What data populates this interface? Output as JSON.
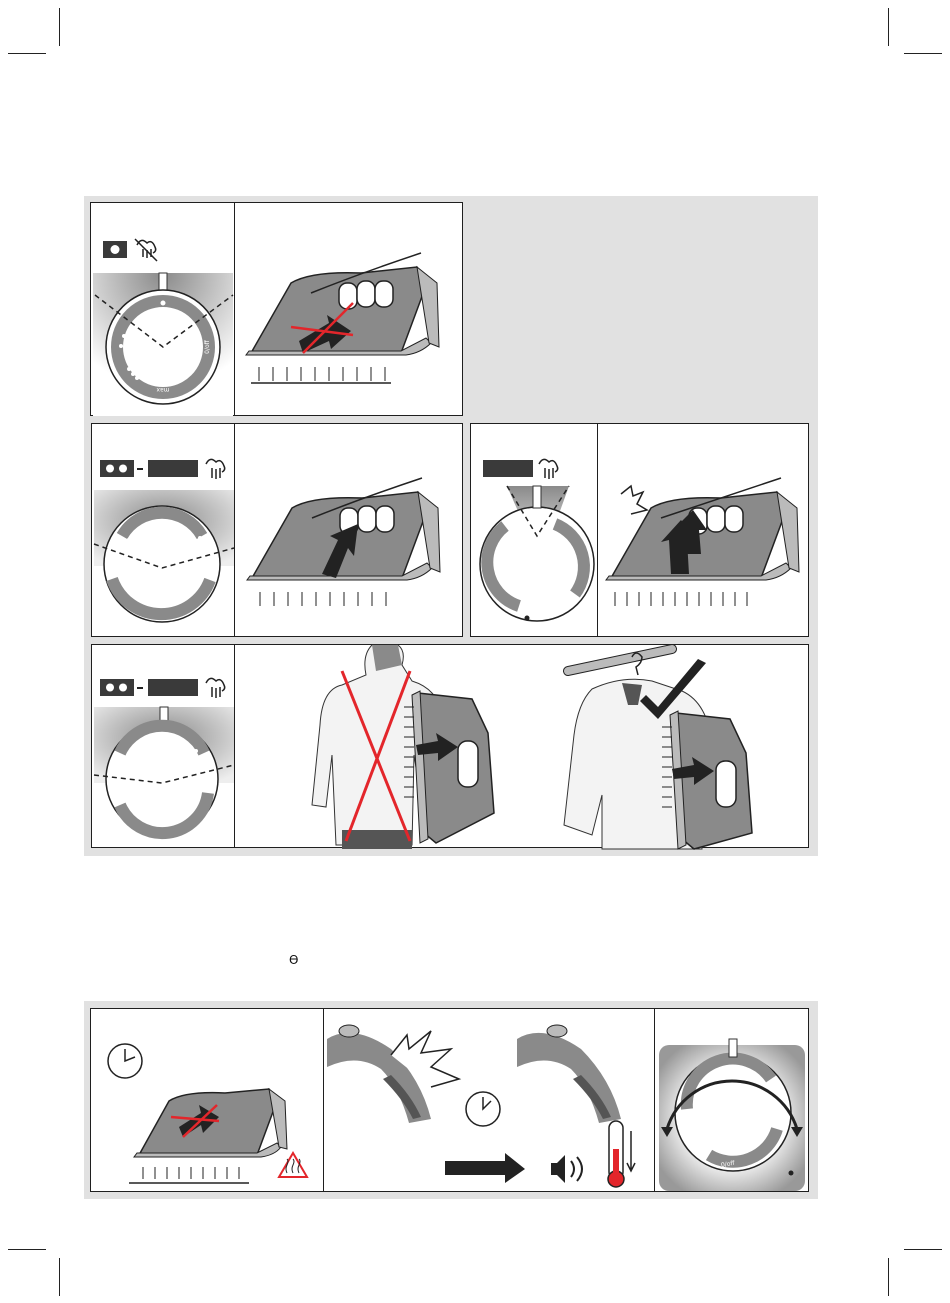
{
  "dial": {
    "max_label": "max",
    "off_label": "0/off"
  },
  "symbols": {
    "theta": "ϴ"
  },
  "icons": [
    "crop-marks",
    "one-dot-setting-icon",
    "no-steam-icon",
    "two-dot-setting-icon",
    "steam-icon",
    "iron-icon",
    "hand-icon",
    "arrow-icon",
    "cross-mark-icon",
    "check-mark-icon",
    "clock-icon",
    "hot-surface-warning-icon",
    "speaker-icon",
    "thermometer-icon",
    "shirt-icon",
    "hanger-icon"
  ],
  "colors": {
    "panel_bg": "#e1e1e1",
    "iron_gray": "#8a8a8a",
    "dark": "#222222",
    "red": "#e3262b"
  }
}
